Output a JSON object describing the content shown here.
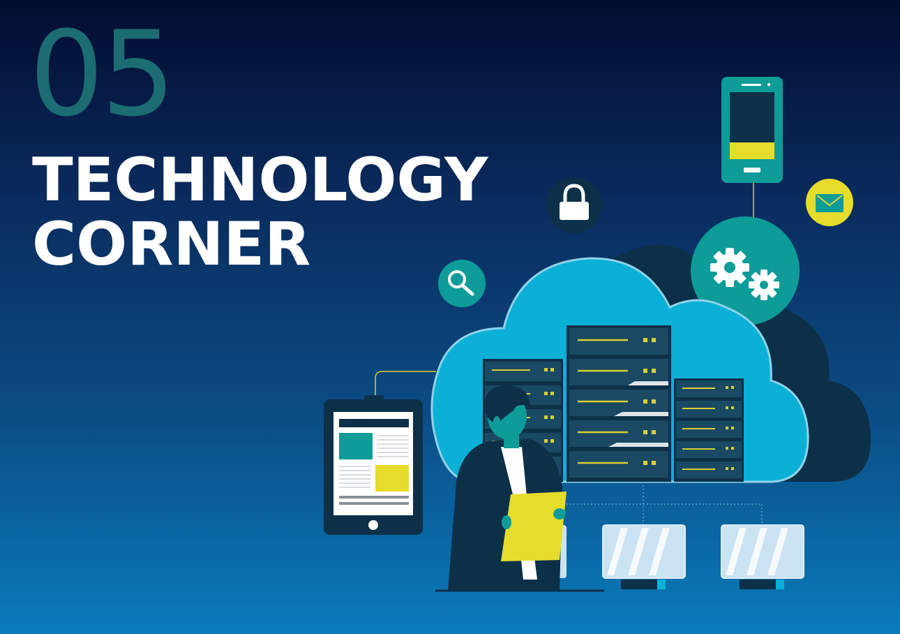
{
  "section": {
    "number": "05",
    "title_line1": "TECHNOLOGY",
    "title_line2": "CORNER"
  },
  "colors": {
    "background_top": "#020d30",
    "background_bottom": "#0a7bbb",
    "number_color": "#1b6d72",
    "title_color": "#ffffff",
    "cloud_light": "#0ab0d6",
    "cloud_dark": "#0d3049",
    "teal": "#0e9c98",
    "yellow": "#e6dc2c"
  },
  "illustration": {
    "icons": [
      "smartphone-icon",
      "lock-icon",
      "mail-icon",
      "gears-icon",
      "magnifier-icon",
      "tablet-icon",
      "server-rack-icon",
      "monitor-icon",
      "person-figure"
    ]
  }
}
